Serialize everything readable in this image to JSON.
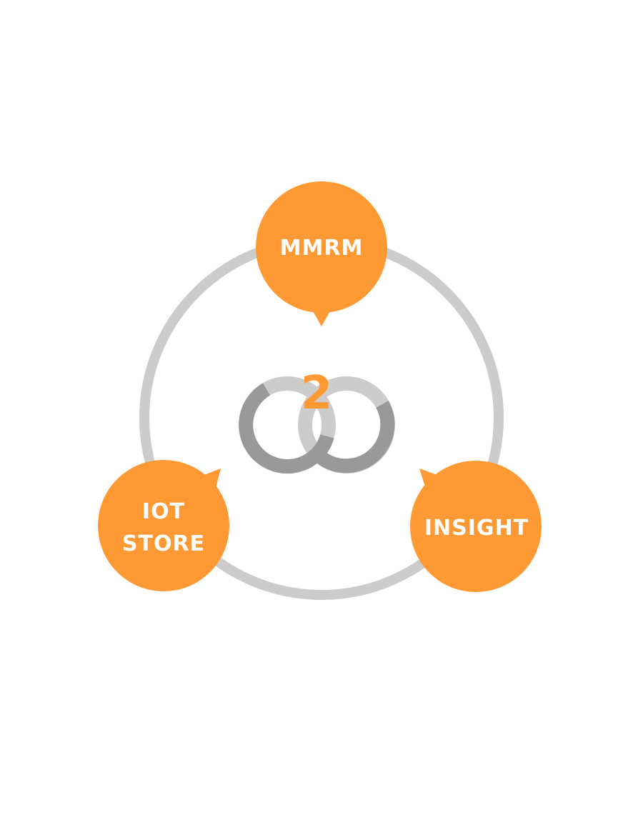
{
  "colors": {
    "accent": "#FF9933",
    "ring": "#CCCCCC",
    "logo_light": "#CCCCCC",
    "logo_dark": "#999999",
    "label_text": "#FFFFFF",
    "background": "#FFFFFF"
  },
  "logo": {
    "superscript": "2",
    "icon": "o2o-linked-rings-icon"
  },
  "nodes": {
    "top": {
      "label_line1": "MMRM"
    },
    "left": {
      "label_line1": "IOT",
      "label_line2": "STORE"
    },
    "right": {
      "label_line1": "INSIGHT"
    }
  }
}
